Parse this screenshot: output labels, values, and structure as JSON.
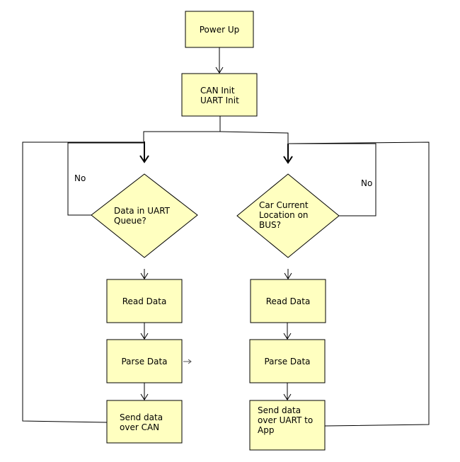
{
  "colors": {
    "node_fill": "#ffffc0",
    "line": "#000000",
    "stray_arrow": "#555555"
  },
  "nodes": {
    "power_up": "Power Up",
    "init": [
      "CAN Init",
      "UART Init"
    ],
    "uart_decision": [
      "Data in UART",
      "Queue?"
    ],
    "can_decision": [
      "Car Current",
      "Location on",
      "BUS?"
    ],
    "left_read": "Read Data",
    "left_parse": "Parse Data",
    "left_send": [
      "Send data",
      "over CAN"
    ],
    "right_read": "Read Data",
    "right_parse": "Parse Data",
    "right_send": [
      "Send data",
      "over UART to",
      "App"
    ]
  },
  "edge_labels": {
    "left_no": "No",
    "right_no": "No"
  }
}
